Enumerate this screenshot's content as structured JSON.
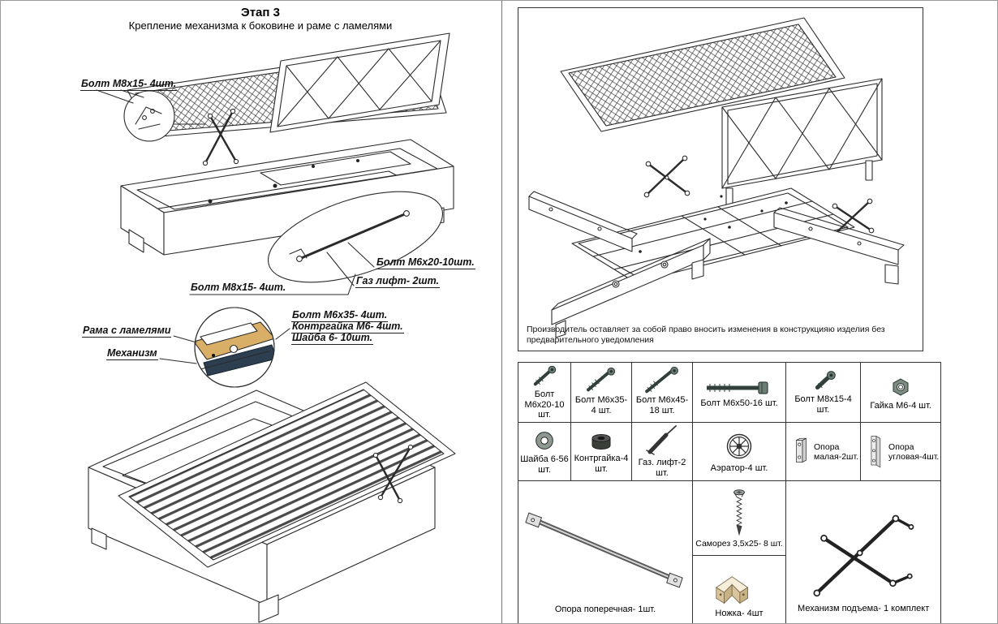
{
  "left_panel": {
    "title": "Этап 3",
    "subtitle": "Крепление механизма к боковине и  раме с ламелями",
    "callouts": {
      "bolt_m8x15_top": "Болт М8х15- 4шт.",
      "bolt_m6x20": "Болт М6х20-10шт.",
      "gas_lift": "Газ лифт- 2шт.",
      "bolt_m8x15_bottom": "Болт М8х15- 4шт.",
      "bolt_m6x35": "Болт М6х35- 4шт.",
      "locknut_m6": "Контргайка М6- 4шт.",
      "washer_6": "Шайба 6- 10шт.",
      "frame_with_slats": "Рама с ламелями",
      "mechanism": "Механизм"
    }
  },
  "right_panel": {
    "disclaimer": "Производитель оставляет за собой право вносить изменения в конструкцияю изделия без предварительного уведомления",
    "parts": [
      {
        "icon": "bolt-icon",
        "label": "Болт М6х20-10 шт."
      },
      {
        "icon": "bolt-icon",
        "label": "Болт М6х35-4 шт."
      },
      {
        "icon": "bolt-icon",
        "label": "Болт М6х45-18 шт."
      },
      {
        "icon": "bolt-icon",
        "label": "Болт М6х50-16 шт."
      },
      {
        "icon": "bolt-icon",
        "label": "Болт М8х15-4 шт."
      },
      {
        "icon": "nut-icon",
        "label": "Гайка М6-4 шт."
      },
      {
        "icon": "washer-icon",
        "label": "Шайба 6-56 шт."
      },
      {
        "icon": "locknut-icon",
        "label": "Контргайка-4 шт."
      },
      {
        "icon": "gas-lift-icon",
        "label": "Газ. лифт-2 шт."
      },
      {
        "icon": "aerator-icon",
        "label": "Аэратор-4 шт."
      },
      {
        "icon": "support-small-icon",
        "label": "Опора малая-2шт."
      },
      {
        "icon": "support-corner-icon",
        "label": "Опора угловая-4шт."
      },
      {
        "icon": "crossbar-icon",
        "label": "Опора поперечная- 1шт."
      },
      {
        "icon": "screw-icon",
        "label": "Саморез 3,5х25- 8 шт."
      },
      {
        "icon": "foot-icon",
        "label": "Ножка- 4шт"
      },
      {
        "icon": "lift-mechanism-icon",
        "label": "Механизм подъема- 1 комплект"
      }
    ]
  },
  "colors": {
    "wood_tan": "#d9ae66",
    "mechanism_dark": "#2c3e50",
    "line": "#2b2b2b"
  }
}
